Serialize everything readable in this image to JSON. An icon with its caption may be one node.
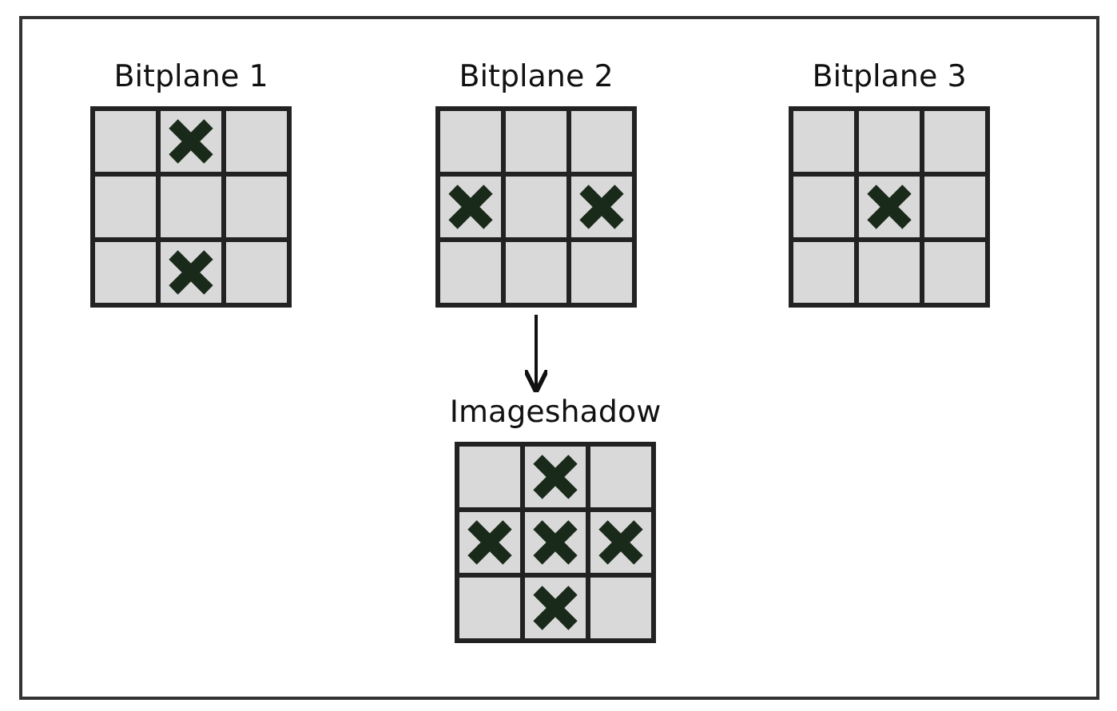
{
  "diagram": {
    "nodes": [
      {
        "text": [
          "Bitplane 1"
        ]
      },
      {
        "text": [
          "Bitplane 2"
        ]
      },
      {
        "text": [
          "Bitplane 3"
        ]
      },
      {
        "text": [
          "Imageshadow"
        ]
      }
    ],
    "edges": [
      {
        "from": 1,
        "to": 3,
        "arrow": "to"
      }
    ]
  }
}
